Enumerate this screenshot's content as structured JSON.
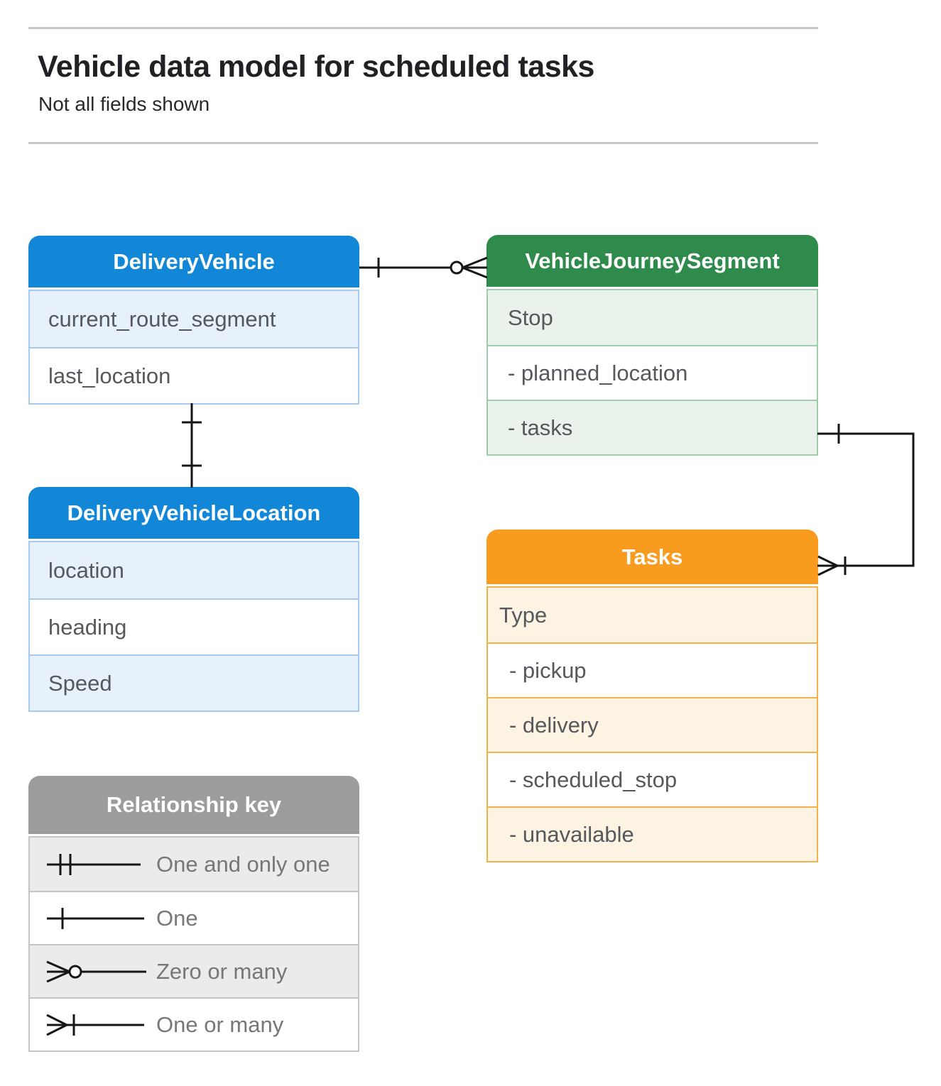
{
  "page": {
    "title": "Vehicle data model for scheduled tasks",
    "subtitle": "Not all fields shown"
  },
  "colors": {
    "blue_header": "#1287d8",
    "blue_tint": "#e7f1fb",
    "blue_border": "#a6cbee",
    "green_header": "#2e8b4c",
    "green_tint": "#e9f3eb",
    "green_border": "#9fccab",
    "orange_header": "#f99b1e",
    "orange_tint": "#fdf3e2",
    "orange_border": "#f4b34a",
    "gray_header": "#9c9c9c",
    "gray_tint": "#ebebeb",
    "gray_border": "#c4c4c4",
    "connector": "#161616",
    "row_text": "#55585c",
    "key_label_text": "#76777b"
  },
  "entities": {
    "delivery_vehicle": {
      "title": "DeliveryVehicle",
      "rows": [
        "current_route_segment",
        "last_location"
      ]
    },
    "vehicle_journey_segment": {
      "title": "VehicleJourneySegment",
      "rows": [
        "Stop",
        "- planned_location",
        "- tasks"
      ]
    },
    "delivery_vehicle_location": {
      "title": "DeliveryVehicleLocation",
      "rows": [
        "location",
        "heading",
        "Speed"
      ]
    },
    "tasks": {
      "title": "Tasks",
      "rows": [
        "Type",
        "- pickup",
        "- delivery",
        "- scheduled_stop",
        "- unavailable"
      ]
    }
  },
  "relationships": [
    {
      "from": "DeliveryVehicle",
      "to": "VehicleJourneySegment",
      "from_end": "one",
      "to_end": "zero or many"
    },
    {
      "from": "DeliveryVehicle",
      "to": "DeliveryVehicleLocation",
      "from_end": "one",
      "to_end": "one"
    },
    {
      "from": "VehicleJourneySegment (tasks)",
      "to": "Tasks",
      "from_end": "one",
      "to_end": "one or many"
    }
  ],
  "relationship_key": {
    "title": "Relationship key",
    "items": [
      {
        "icon": "one-and-only-one-icon",
        "label": "One and only one"
      },
      {
        "icon": "one-icon",
        "label": "One"
      },
      {
        "icon": "zero-or-many-icon",
        "label": "Zero or many"
      },
      {
        "icon": "one-or-many-icon",
        "label": "One or many"
      }
    ]
  }
}
